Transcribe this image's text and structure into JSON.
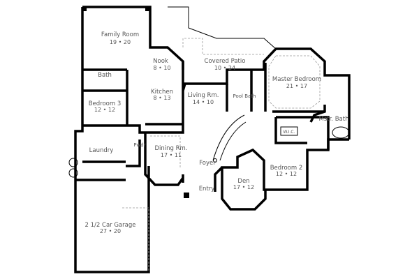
{
  "rooms": {
    "family_room": {
      "name": "Family Room",
      "dims": "19 • 20"
    },
    "nook": {
      "name": "Nook",
      "dims": "8 • 10"
    },
    "covered_patio": {
      "name": "Covered Patio",
      "dims": "10 • 24"
    },
    "master_bedroom": {
      "name": "Master Bedroom",
      "dims": "21 • 17"
    },
    "bath": {
      "name": "Bath"
    },
    "bedroom3": {
      "name": "Bedroom 3",
      "dims": "12 • 12"
    },
    "kitchen": {
      "name": "Kitchen",
      "dims": "8 • 13"
    },
    "living_room": {
      "name": "Living Rm.",
      "dims": "14 • 10"
    },
    "pool_bath": {
      "name": "Pool Bath"
    },
    "master_bath": {
      "name": "Mstr. Bath"
    },
    "wic": {
      "name": "W.I.C."
    },
    "laundry": {
      "name": "Laundry"
    },
    "powder": {
      "name": "Pwdr"
    },
    "dining_room": {
      "name": "Dining Rm.",
      "dims": "17 • 11"
    },
    "foyer": {
      "name": "Foyer"
    },
    "den": {
      "name": "Den",
      "dims": "17 • 12"
    },
    "bedroom2": {
      "name": "Bedroom 2",
      "dims": "12 • 12"
    },
    "entry": {
      "name": "Entry"
    },
    "garage": {
      "name": "2  1/2 Car Garage",
      "dims": "27 • 20"
    }
  }
}
